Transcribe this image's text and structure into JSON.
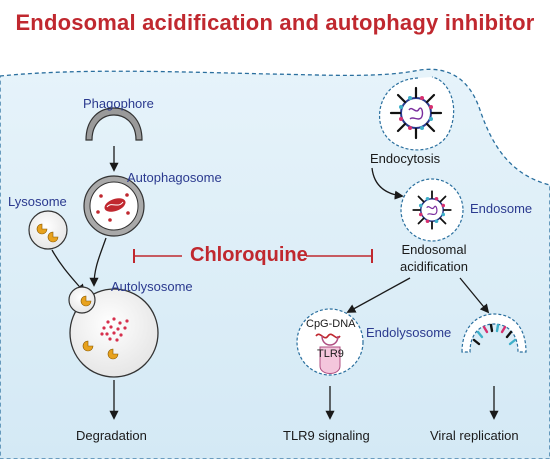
{
  "title": "Endosomal acidification and autophagy inhibitor",
  "labels": {
    "phagophore": "Phagophore",
    "autophagosome": "Autophagosome",
    "lysosome": "Lysosome",
    "autolysosome": "Autolysosome",
    "degradation": "Degradation",
    "chloroquine": "Chloroquine",
    "endocytosis": "Endocytosis",
    "endosome": "Endosome",
    "endosomal_acidification_1": "Endosomal",
    "endosomal_acidification_2": "acidification",
    "cpg_dna": "CpG-DNA",
    "tlr9": "TLR9",
    "endolysosome": "Endolysosome",
    "tlr9_signaling": "TLR9 signaling",
    "viral_replication": "Viral replication"
  },
  "colors": {
    "title": "#c0282f",
    "cell_fill": "#dbedf7",
    "cell_border": "#2a6f9e",
    "organelle_label": "#2b3a8f",
    "inhibitor": "#c0282f"
  }
}
